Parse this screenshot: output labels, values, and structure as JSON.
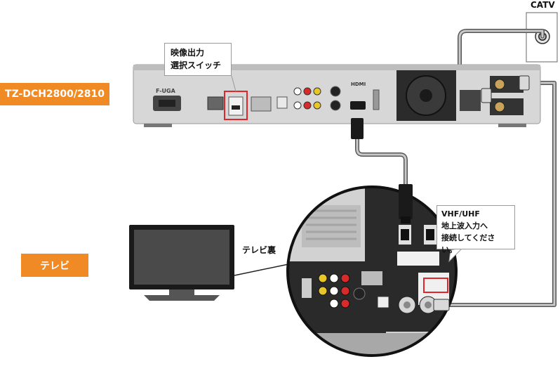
{
  "labels": {
    "model": "TZ-DCH2800/2810",
    "tv": "テレビ",
    "catv": "CATV",
    "video_switch_line1": "映像出力",
    "video_switch_line2": "選択スイッチ",
    "tv_back": "テレビ裏",
    "vhf_line1": "VHF/UHF",
    "vhf_line2": "地上波入力へ",
    "vhf_line3": "接続してください。"
  },
  "device_marks": {
    "brand": "F-UGA",
    "hdmi": "HDMI"
  },
  "colors": {
    "accent_orange": "#f08a24",
    "highlight_red": "#e0252b",
    "cable_gray": "#888888"
  }
}
